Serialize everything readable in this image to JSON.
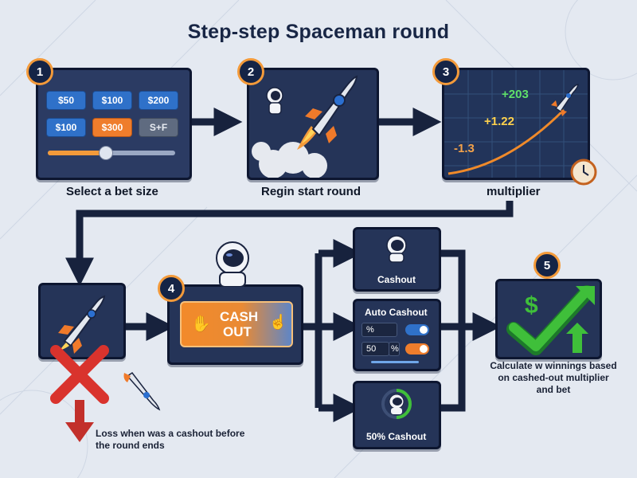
{
  "title": "Step-step Spaceman round",
  "steps": [
    {
      "number": "1",
      "caption": "Select a bet size"
    },
    {
      "number": "2",
      "caption": "Regin start round"
    },
    {
      "number": "3",
      "caption": "multiplier"
    },
    {
      "number": "4"
    },
    {
      "number": "5"
    }
  ],
  "bet_panel": {
    "chips": [
      "$50",
      "$100",
      "$200",
      "$100",
      "$300",
      "S+F"
    ],
    "slider_level": 0.45
  },
  "multiplier_panel": {
    "values": [
      "+203",
      "+1.22",
      "-1.3"
    ]
  },
  "cashout_button": {
    "line1": "CASH",
    "line2": "OUT"
  },
  "options": {
    "cashout": "Cashout",
    "auto_cashout": "Auto Cashout",
    "auto_field1": "%",
    "auto_field2": "50",
    "auto_field2_unit": "%",
    "half_cashout": "50% Cashout"
  },
  "outcome": {
    "loss_text": "Loss when was a cashout before the round ends",
    "win_text": "Calculate w winnings based on cashed-out multiplier and bet",
    "win_symbol": "$"
  },
  "colors": {
    "panel": "#253458",
    "accent": "#f39a3a",
    "chip_blue": "#2f71c9",
    "win_green": "#3fbf3a",
    "loss_red": "#d9332d"
  }
}
